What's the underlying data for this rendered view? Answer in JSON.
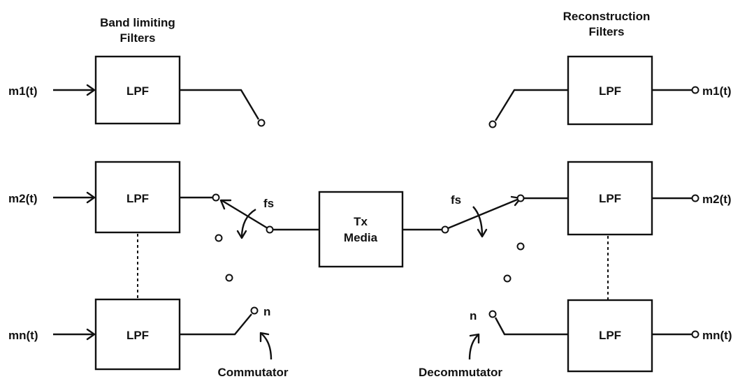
{
  "headings": {
    "left": [
      "Band limiting",
      "Filters"
    ],
    "right": [
      "Reconstruction",
      "Filters"
    ]
  },
  "blocks": {
    "lpf_label": "LPF",
    "media_label": [
      "Tx",
      "Media"
    ]
  },
  "inputs": [
    "m1(t)",
    "m2(t)",
    "mn(t)"
  ],
  "outputs": [
    "m1(t)",
    "m2(t)",
    "mn(t)"
  ],
  "switch": {
    "rate_label": "fs",
    "last_channel": "n",
    "commutator": "Commutator",
    "decommutator": "Decommutator"
  }
}
